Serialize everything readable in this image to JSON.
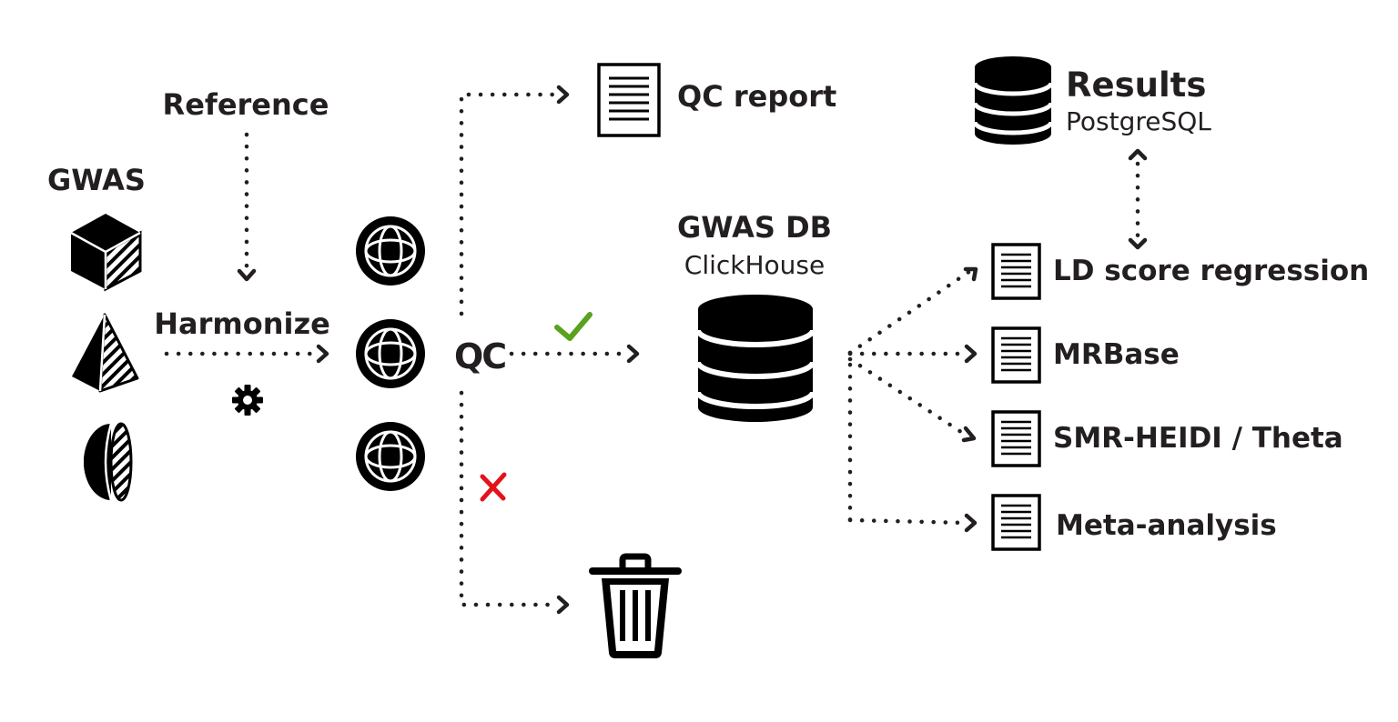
{
  "labels": {
    "reference": "Reference",
    "gwas": "GWAS",
    "harmonize": "Harmonize",
    "qc": "QC",
    "qc_report": "QC report",
    "gwas_db": "GWAS DB",
    "clickhouse": "ClickHouse",
    "results": "Results",
    "postgresql": "PostgreSQL",
    "ld_score_regression": "LD score regression",
    "mrbase": "MRBase",
    "smr_heidi_theta": "SMR-HEIDI / Theta",
    "meta_analysis": "Meta-analysis"
  },
  "icons": {
    "input_shapes": [
      "cube-icon",
      "pyramid-icon",
      "half-sphere-icon"
    ],
    "harmonize": "gear-icon",
    "harmonized_files": [
      "globe-icon",
      "globe-icon",
      "globe-icon"
    ],
    "qc_pass": "check-icon",
    "qc_fail": "cross-icon",
    "qc_report": "document-icon",
    "gwas_db": "database-icon",
    "results": "database-icon",
    "analyses": "document-icon",
    "rejected": "trash-icon"
  },
  "colors": {
    "ink": "#231f20",
    "pass": "#5aa21e",
    "fail": "#e3121b"
  }
}
